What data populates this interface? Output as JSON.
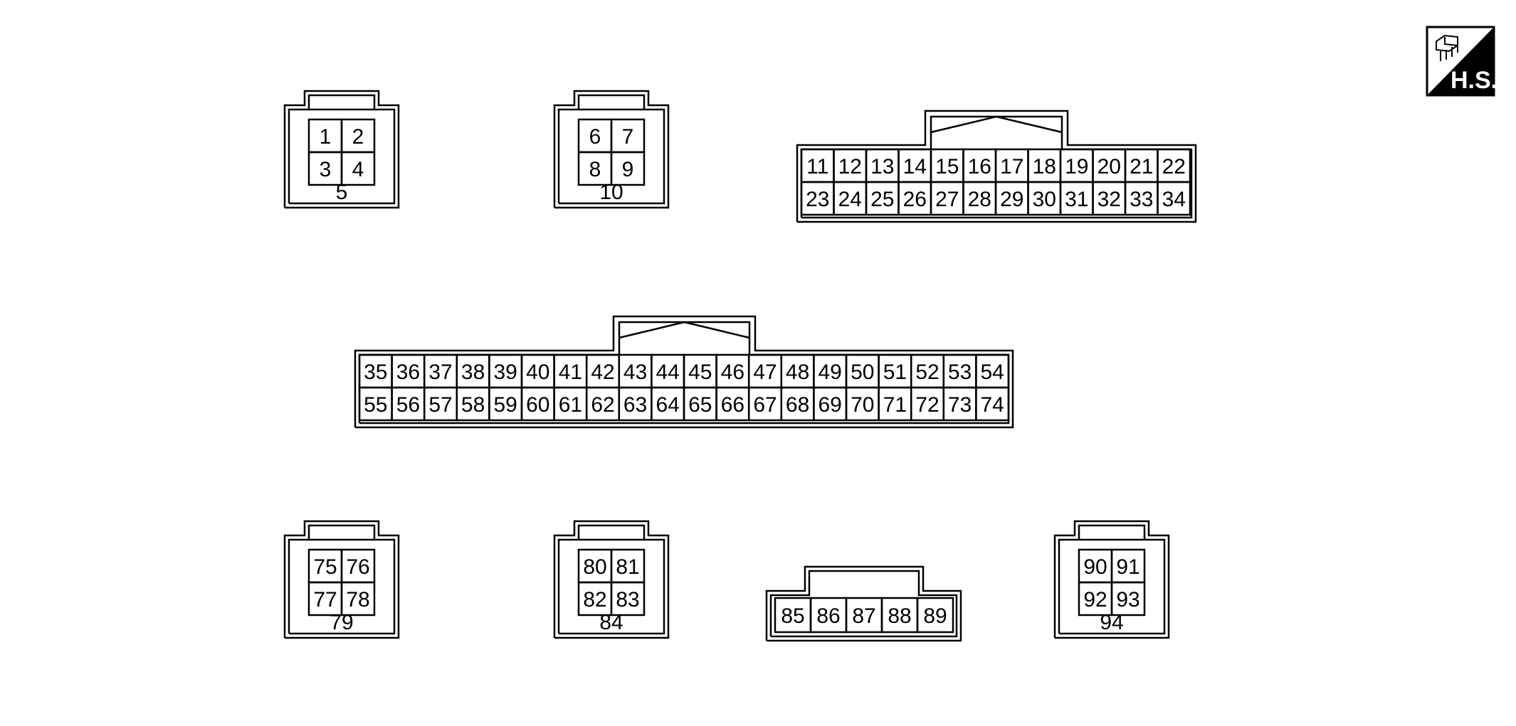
{
  "hs_badge": {
    "label": "H.S."
  },
  "connectors": [
    {
      "id": "c1",
      "rows": [
        [
          "1",
          "2"
        ],
        [
          "3",
          "4"
        ]
      ],
      "label": "5"
    },
    {
      "id": "c2",
      "rows": [
        [
          "6",
          "7"
        ],
        [
          "8",
          "9"
        ]
      ],
      "label": "10"
    },
    {
      "id": "c3",
      "rows": [
        [
          "11",
          "12",
          "13",
          "14",
          "15",
          "16",
          "17",
          "18",
          "19",
          "20",
          "21",
          "22"
        ],
        [
          "23",
          "24",
          "25",
          "26",
          "27",
          "28",
          "29",
          "30",
          "31",
          "32",
          "33",
          "34"
        ]
      ],
      "label": ""
    },
    {
      "id": "c4",
      "rows": [
        [
          "35",
          "36",
          "37",
          "38",
          "39",
          "40",
          "41",
          "42",
          "43",
          "44",
          "45",
          "46",
          "47",
          "48",
          "49",
          "50",
          "51",
          "52",
          "53",
          "54"
        ],
        [
          "55",
          "56",
          "57",
          "58",
          "59",
          "60",
          "61",
          "62",
          "63",
          "64",
          "65",
          "66",
          "67",
          "68",
          "69",
          "70",
          "71",
          "72",
          "73",
          "74"
        ]
      ],
      "label": ""
    },
    {
      "id": "c5",
      "rows": [
        [
          "75",
          "76"
        ],
        [
          "77",
          "78"
        ]
      ],
      "label": "79"
    },
    {
      "id": "c6",
      "rows": [
        [
          "80",
          "81"
        ],
        [
          "82",
          "83"
        ]
      ],
      "label": "84"
    },
    {
      "id": "c7",
      "rows": [
        [
          "85",
          "86",
          "87",
          "88",
          "89"
        ]
      ],
      "label": ""
    },
    {
      "id": "c8",
      "rows": [
        [
          "90",
          "91"
        ],
        [
          "92",
          "93"
        ]
      ],
      "label": "94"
    }
  ]
}
